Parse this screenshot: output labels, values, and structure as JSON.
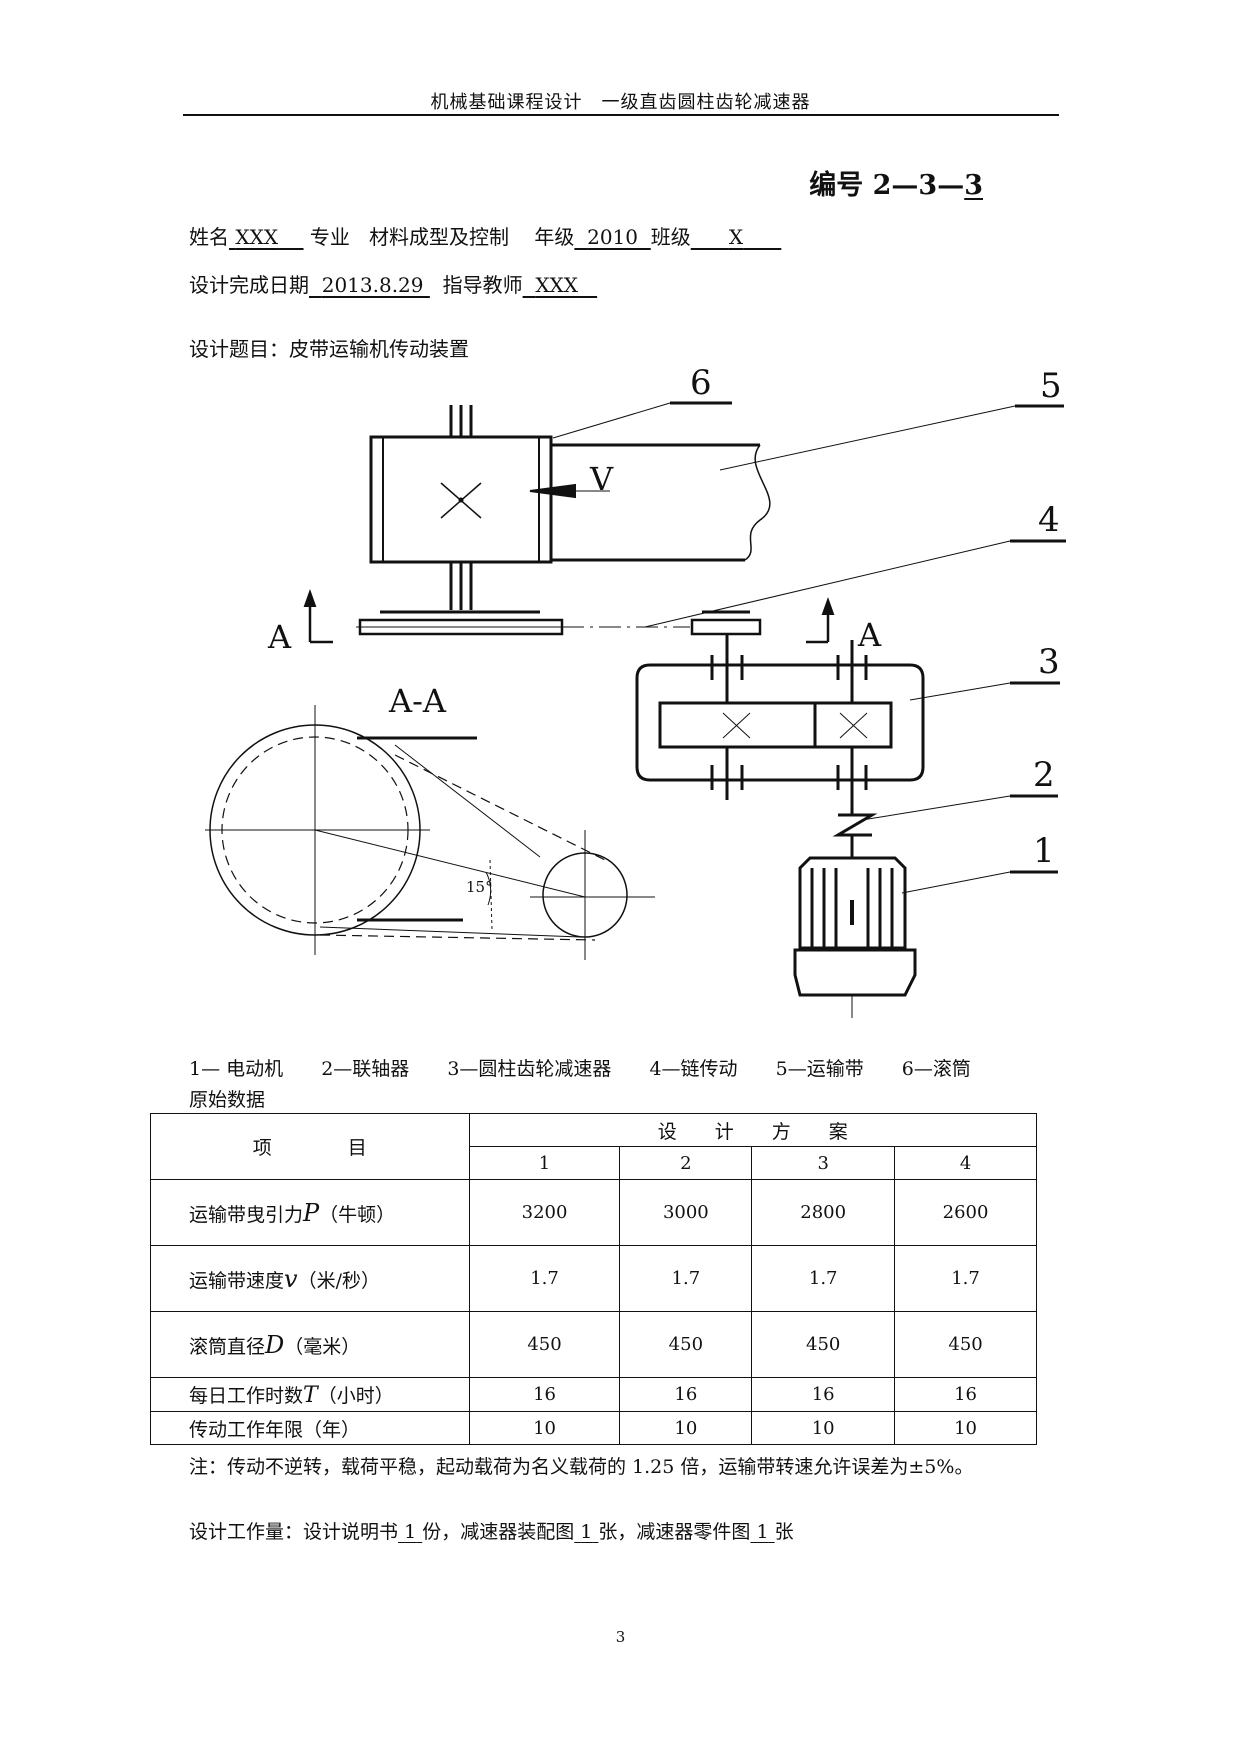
{
  "header": {
    "title": "机械基础课程设计　一级直齿圆柱齿轮减速器"
  },
  "doc_number": {
    "prefix": "编号 2—3—",
    "value": "3"
  },
  "student": {
    "name_label": "姓名",
    "name": "XXX",
    "major_label": "专业",
    "major": "材料成型及控制",
    "grade_label": "年级",
    "grade": "2010",
    "class_label": "班级",
    "class": "X"
  },
  "completion": {
    "date_label": "设计完成日期",
    "date": "2013.8.29",
    "teacher_label": "指导教师",
    "teacher": "XXX"
  },
  "topic": {
    "label": "设计题目：",
    "value": "皮带运输机传动装置"
  },
  "diagram": {
    "callouts": [
      "6",
      "5",
      "4",
      "3",
      "2",
      "1"
    ],
    "velocity_label": "V",
    "section_mark": "A",
    "section_title": "A-A",
    "angle_label": "15°"
  },
  "legend": [
    "1— 电动机",
    "2—联轴器",
    "3—圆柱齿轮减速器",
    "4—链传动",
    "5—运输带",
    "6—滚筒"
  ],
  "raw_data_title": "原始数据",
  "table": {
    "item_header": "项　　　　目",
    "plan_header": "设　　计　　方　　案",
    "plans": [
      "1",
      "2",
      "3",
      "4"
    ],
    "rows": [
      {
        "label": "运输带曳引力",
        "symbol": "P",
        "unit": "（牛顿）",
        "values": [
          "3200",
          "3000",
          "2800",
          "2600"
        ]
      },
      {
        "label": "运输带速度",
        "symbol": "v",
        "unit": "（米/秒）",
        "values": [
          "1.7",
          "1.7",
          "1.7",
          "1.7"
        ]
      },
      {
        "label": "滚筒直径",
        "symbol": "D",
        "unit": "（毫米）",
        "values": [
          "450",
          "450",
          "450",
          "450"
        ]
      },
      {
        "label": "每日工作时数",
        "symbol": "T",
        "unit": "（小时）",
        "values": [
          "16",
          "16",
          "16",
          "16"
        ]
      },
      {
        "label": "传动工作年限（年）",
        "symbol": "",
        "unit": "",
        "values": [
          "10",
          "10",
          "10",
          "10"
        ]
      }
    ]
  },
  "note": "注：传动不逆转，载荷平稳，起动载荷为名义载荷的 1.25 倍，运输带转速允许误差为±5%。",
  "workload": {
    "prefix": "设计工作量：设计说明书",
    "manual_count": "1",
    "manual_unit": "份，减速器装配图",
    "assembly_count": "1",
    "assembly_unit": "张，减速器零件图",
    "part_count": "1",
    "part_unit": "张"
  },
  "page_number": "3"
}
